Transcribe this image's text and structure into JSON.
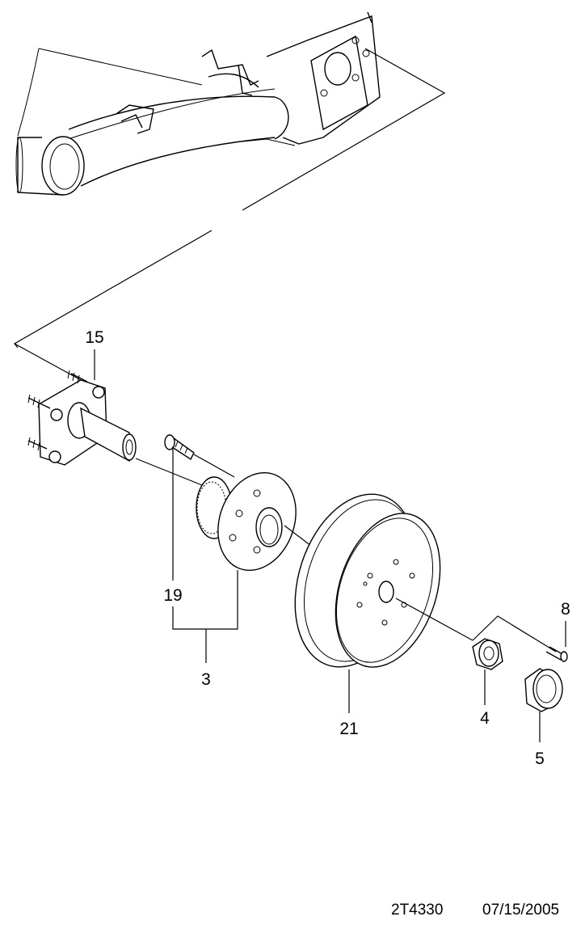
{
  "diagram": {
    "part_labels": {
      "p15": "15",
      "p19": "19",
      "p3": "3",
      "p21": "21",
      "p8": "8",
      "p4": "4",
      "p5": "5"
    },
    "footer": {
      "drawing_code": "2T4330",
      "date": "07/15/2005"
    }
  }
}
